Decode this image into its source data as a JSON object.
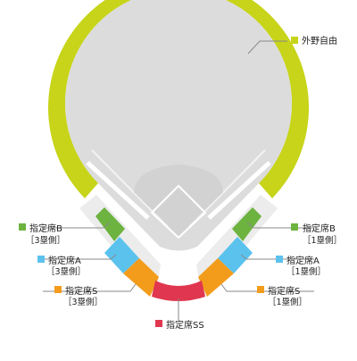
{
  "map": {
    "colors": {
      "outfield_free": "#c7d419",
      "reserved_b": "#6cb33f",
      "reserved_a": "#5bc2ee",
      "reserved_s": "#f39c1c",
      "reserved_ss": "#e0364f",
      "field": "#dcdcdc",
      "stands_unreserved": "#ececec",
      "leader": "#8a8a8a"
    },
    "legend": {
      "outfield": {
        "name": "外野自由",
        "color_key": "outfield_free"
      },
      "b_third": {
        "name": "指定席B",
        "side": "［3塁側］",
        "color_key": "reserved_b"
      },
      "b_first": {
        "name": "指定席B",
        "side": "［1塁側］",
        "color_key": "reserved_b"
      },
      "a_third": {
        "name": "指定席A",
        "side": "［3塁側］",
        "color_key": "reserved_a"
      },
      "a_first": {
        "name": "指定席A",
        "side": "［1塁側］",
        "color_key": "reserved_a"
      },
      "s_third": {
        "name": "指定席S",
        "side": "［3塁側］",
        "color_key": "reserved_s"
      },
      "s_first": {
        "name": "指定席S",
        "side": "［1塁側］",
        "color_key": "reserved_s"
      },
      "ss": {
        "name": "指定席SS",
        "color_key": "reserved_ss"
      }
    }
  }
}
